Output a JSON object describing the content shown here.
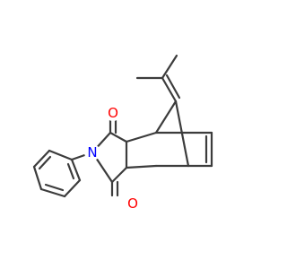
{
  "molecule": {
    "atom_labels": {
      "carbonyl_oxygen_top": "O",
      "imide_nitrogen": "N",
      "carbonyl_oxygen_bottom": "O"
    }
  },
  "colors": {
    "bond": "#3c3c3c",
    "oxygen": "#ff0000",
    "nitrogen": "#0000ff",
    "background": "#ffffff"
  }
}
